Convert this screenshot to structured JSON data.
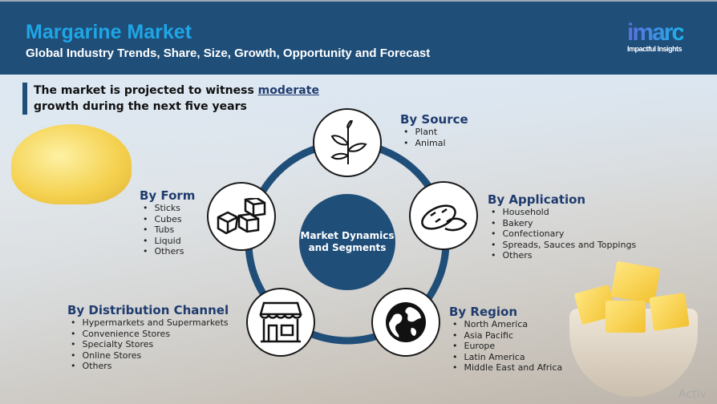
{
  "header": {
    "title": "Margarine Market",
    "subtitle": "Global Industry Trends, Share, Size, Growth, Opportunity and Forecast",
    "logo": "imarc",
    "logo_tagline": "Impactful Insights"
  },
  "lead": {
    "text_before": "The market is projected to witness ",
    "highlight": "moderate",
    "text_after": " growth during the next five years"
  },
  "center": "Market Dynamics and Segments",
  "segments": {
    "source": {
      "title": "By Source",
      "items": [
        "Plant",
        "Animal"
      ],
      "icon": "plant-icon"
    },
    "application": {
      "title": "By Application",
      "items": [
        "Household",
        "Bakery",
        "Confectionary",
        "Spreads, Sauces and Toppings",
        "Others"
      ],
      "icon": "bread-icon"
    },
    "region": {
      "title": "By Region",
      "items": [
        "North America",
        "Asia Pacific",
        "Europe",
        "Latin America",
        "Middle East and Africa"
      ],
      "icon": "globe-icon"
    },
    "distribution": {
      "title": "By Distribution Channel",
      "items": [
        "Hypermarkets and Supermarkets",
        "Convenience Stores",
        "Specialty Stores",
        "Online Stores",
        "Others"
      ],
      "icon": "store-icon"
    },
    "form": {
      "title": "By Form",
      "items": [
        "Sticks",
        "Cubes",
        "Tubs",
        "Liquid",
        "Others"
      ],
      "icon": "cubes-icon"
    }
  },
  "watermark": "Activ",
  "colors": {
    "header": "#1f4e79",
    "title": "#1fa6e6",
    "accent": "#1f3b6e"
  }
}
